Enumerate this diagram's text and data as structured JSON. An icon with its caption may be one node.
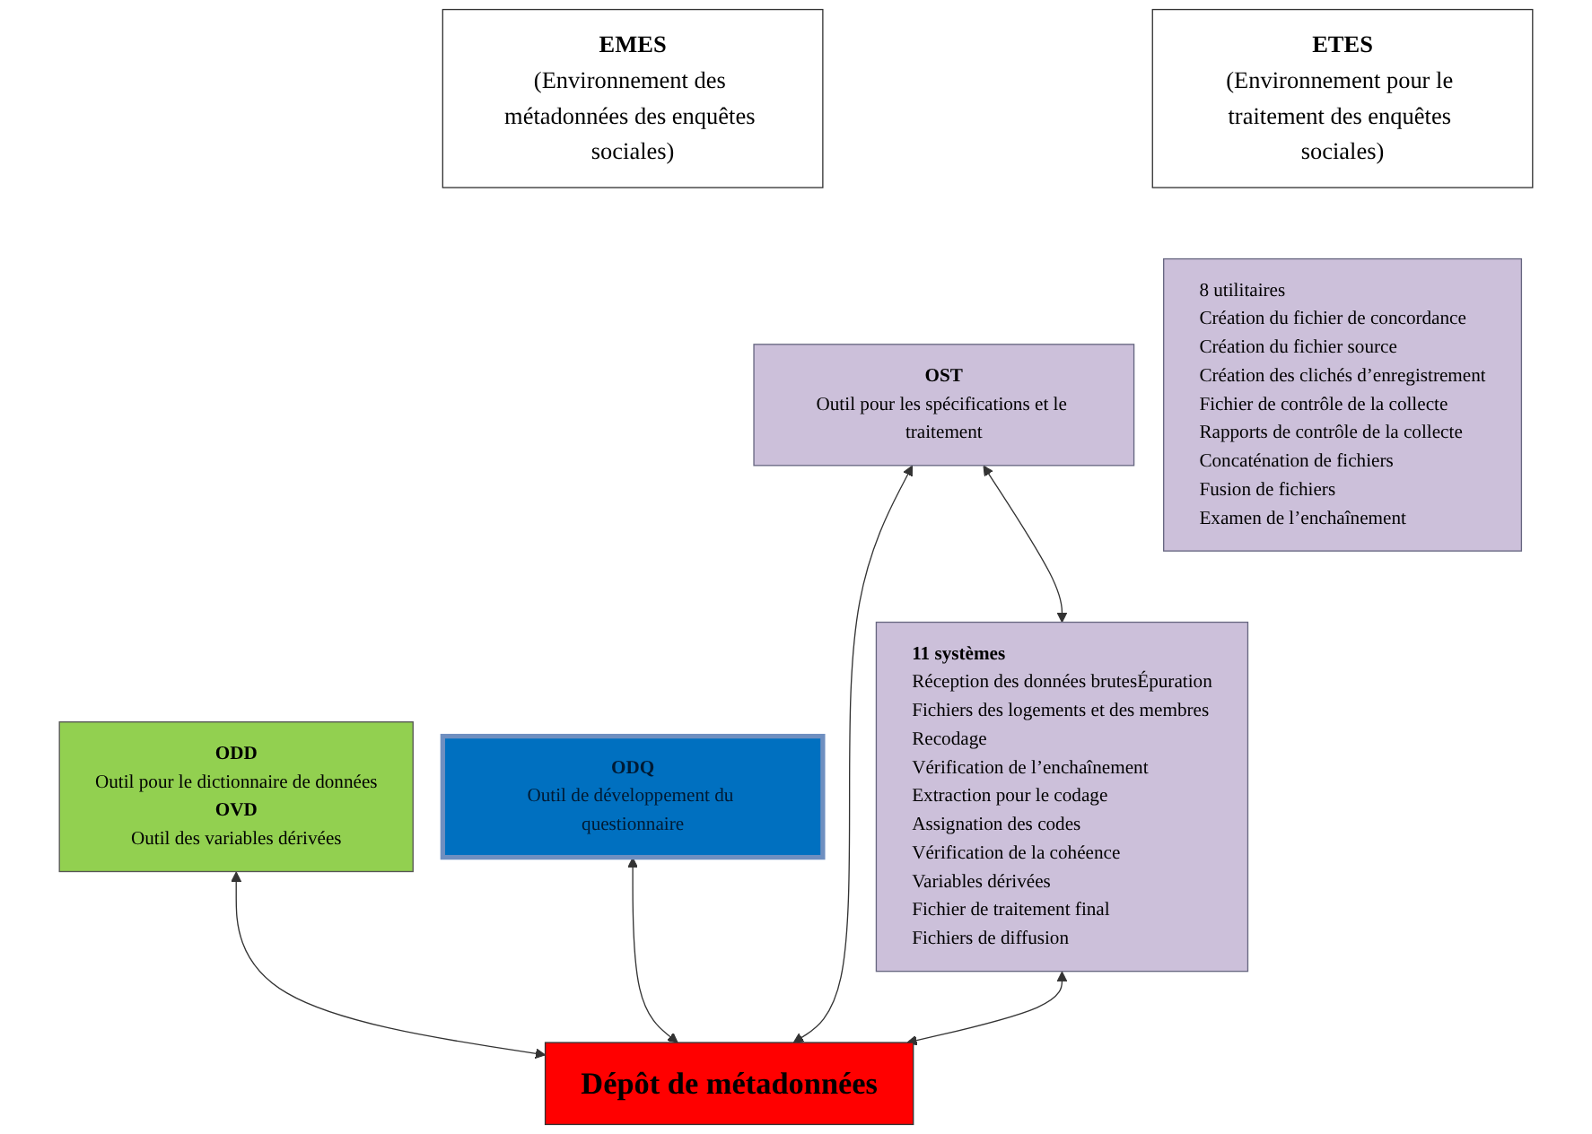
{
  "diagram": {
    "nodes": [
      {
        "text": [
          "EMES",
          "(Environnement des métadonnées des enquêtes sociales)"
        ]
      },
      {
        "text": [
          "ETES",
          "(Environnement pour le traitement des enquêtes sociales)"
        ]
      },
      {
        "text": [
          "ODD",
          "Outil pour le dictionnaire de données",
          "OVD",
          "Outil des variables dérivées"
        ]
      },
      {
        "text": [
          "ODQ",
          "Outil de développement du questionnaire"
        ]
      },
      {
        "text": [
          "OST",
          "Outil pour les spécifications et le traitement"
        ]
      },
      {
        "text": [
          "11 systèmes",
          "Réception des données brutesÉpuration",
          "Fichiers des logements et des membres",
          "Recodage",
          "Vérification de l’enchaînement",
          "Extraction pour le codage",
          "Assignation des codes",
          "Vérification de la cohéence",
          "Variables dérivées",
          "Fichier de traitement final",
          "Fichiers de diffusion"
        ]
      },
      {
        "text": [
          "8 utilitaires",
          "Création du fichier de concordance",
          "Création du fichier source",
          "Création des clichés d’enregistrement",
          "Fichier de contrôle de la collecte",
          "Rapports de contrôle de la collecte",
          "Concaténation de fichiers",
          "Fusion de fichiers",
          "Examen de l’enchaînement"
        ]
      },
      {
        "text": [
          "Dépôt de métadonnées"
        ]
      }
    ],
    "edges": [
      {
        "from": 2,
        "to": 7,
        "arrow": "both"
      },
      {
        "from": 3,
        "to": 7,
        "arrow": "both"
      },
      {
        "from": 4,
        "to": 7,
        "arrow": "both"
      },
      {
        "from": 4,
        "to": 5,
        "arrow": "both"
      },
      {
        "from": 5,
        "to": 7,
        "arrow": "both"
      }
    ]
  }
}
